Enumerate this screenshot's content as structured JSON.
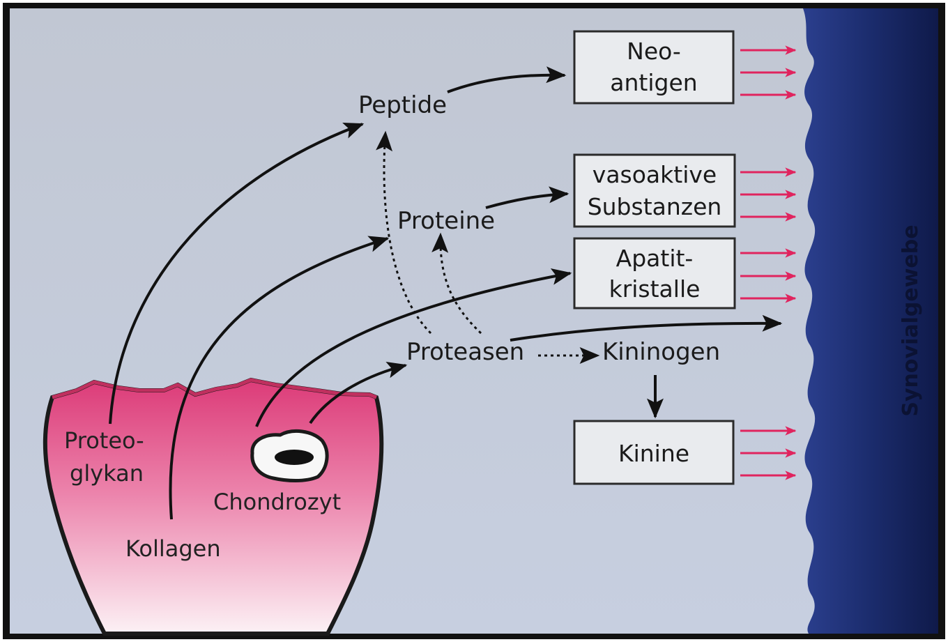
{
  "labels": {
    "peptide": "Peptide",
    "proteine": "Proteine",
    "proteasen": "Proteasen",
    "kininogen": "Kininogen",
    "proteoglykan_line1": "Proteo-",
    "proteoglykan_line2": "glykan",
    "kollagen": "Kollagen",
    "chondrozyt": "Chondrozyt",
    "synovialgewebe": "Synovialgewebe"
  },
  "boxes": {
    "neoantigen_line1": "Neo-",
    "neoantigen_line2": "antigen",
    "vasoaktive_line1": "vasoaktive",
    "vasoaktive_line2": "Substanzen",
    "apatit_line1": "Apatit-",
    "apatit_line2": "kristalle",
    "kinine": "Kinine"
  },
  "colors": {
    "background": "#c3ccd9",
    "cartilage_top": "#de3d7a",
    "cartilage_bottom": "#fbeef3",
    "cartilage_outline": "#1a1a1a",
    "synovial_tissue": "#1c2f74",
    "box_fill": "#e9ebee",
    "red_arrow": "#e0245e",
    "black_arrow": "#111111"
  }
}
